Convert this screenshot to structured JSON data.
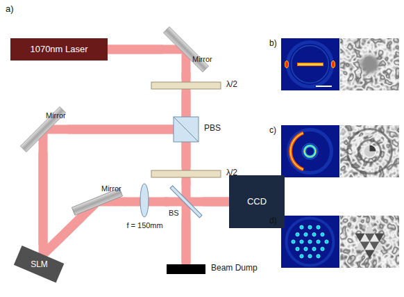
{
  "diagram": {
    "nodes": [
      {
        "text": [
          "1070nm Laser"
        ]
      },
      {
        "text": [
          "Mirror"
        ]
      },
      {
        "text": [
          "λ/2"
        ]
      },
      {
        "text": [
          "Mirror"
        ]
      },
      {
        "text": [
          "PBS"
        ]
      },
      {
        "text": [
          "λ/2"
        ]
      },
      {
        "text": [
          "Mirror"
        ]
      },
      {
        "text": [
          "f = 150mm"
        ]
      },
      {
        "text": [
          "BS"
        ]
      },
      {
        "text": [
          "CCD"
        ]
      },
      {
        "text": [
          "Beam Dump"
        ]
      },
      {
        "text": [
          "SLM"
        ]
      }
    ],
    "edges": [
      {
        "from": 0,
        "to": 1,
        "arrow": "none"
      },
      {
        "from": 1,
        "to": 2,
        "arrow": "none"
      },
      {
        "from": 2,
        "to": 4,
        "arrow": "none"
      },
      {
        "from": 4,
        "to": 3,
        "arrow": "none"
      },
      {
        "from": 4,
        "to": 5,
        "arrow": "none"
      },
      {
        "from": 5,
        "to": 8,
        "arrow": "none"
      },
      {
        "from": 8,
        "to": 10,
        "arrow": "none"
      },
      {
        "from": 8,
        "to": 9,
        "arrow": "none"
      },
      {
        "from": 3,
        "to": 11,
        "arrow": "none"
      },
      {
        "from": 11,
        "to": 6,
        "arrow": "none"
      },
      {
        "from": 6,
        "to": 7,
        "arrow": "none"
      },
      {
        "from": 7,
        "to": 8,
        "arrow": "none"
      }
    ],
    "labels": [
      "a)",
      "b)",
      "c)",
      "d)"
    ]
  }
}
